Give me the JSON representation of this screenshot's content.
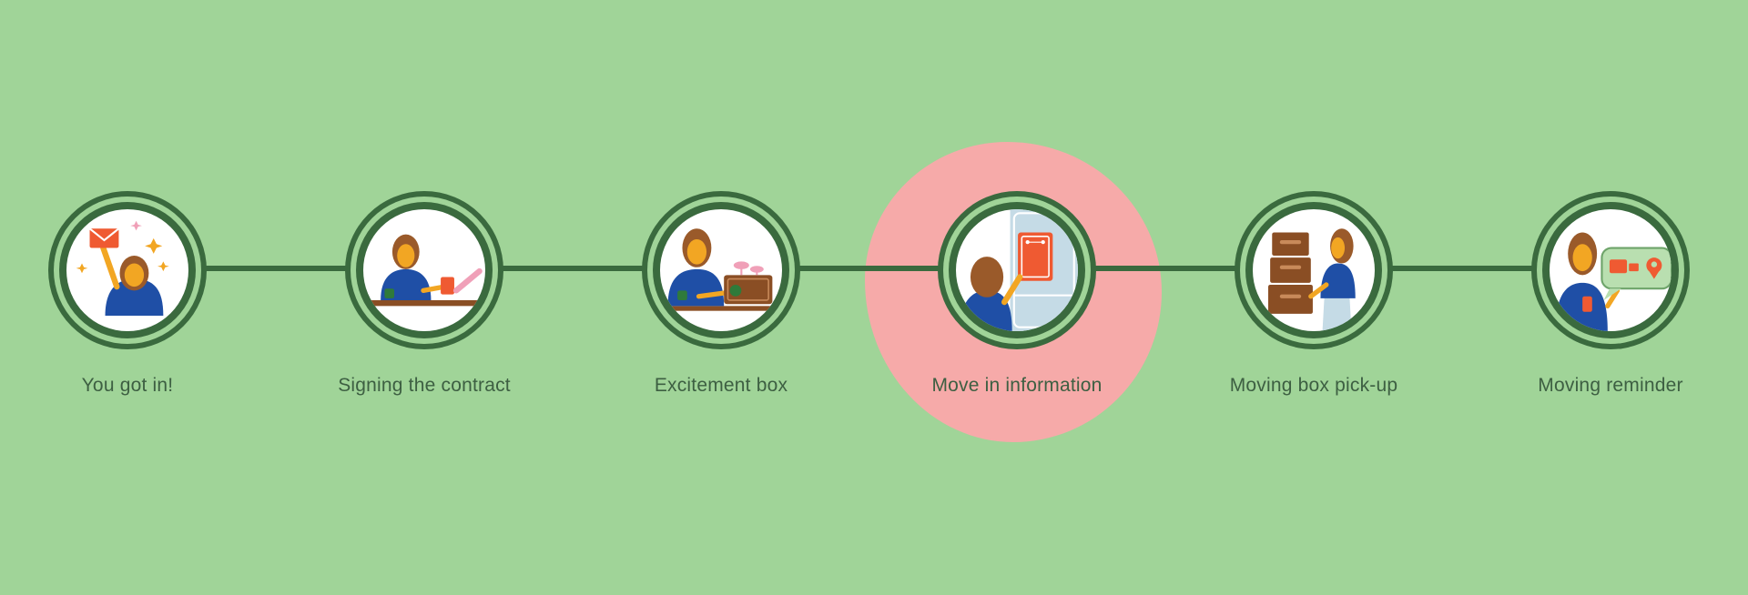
{
  "colors": {
    "background": "#a0d498",
    "ring": "#3a6a3e",
    "highlight": "#f6aaa9",
    "label": "#3d5f42"
  },
  "steps": [
    {
      "label": "You got in!",
      "icon": "envelope-celebration-icon"
    },
    {
      "label": "Signing the contract",
      "icon": "contract-signing-icon"
    },
    {
      "label": "Excitement box",
      "icon": "excitement-box-icon"
    },
    {
      "label": "Move in information",
      "icon": "fridge-note-icon",
      "highlighted": true
    },
    {
      "label": "Moving box pick-up",
      "icon": "moving-boxes-icon"
    },
    {
      "label": "Moving reminder",
      "icon": "phone-reminder-icon"
    }
  ]
}
